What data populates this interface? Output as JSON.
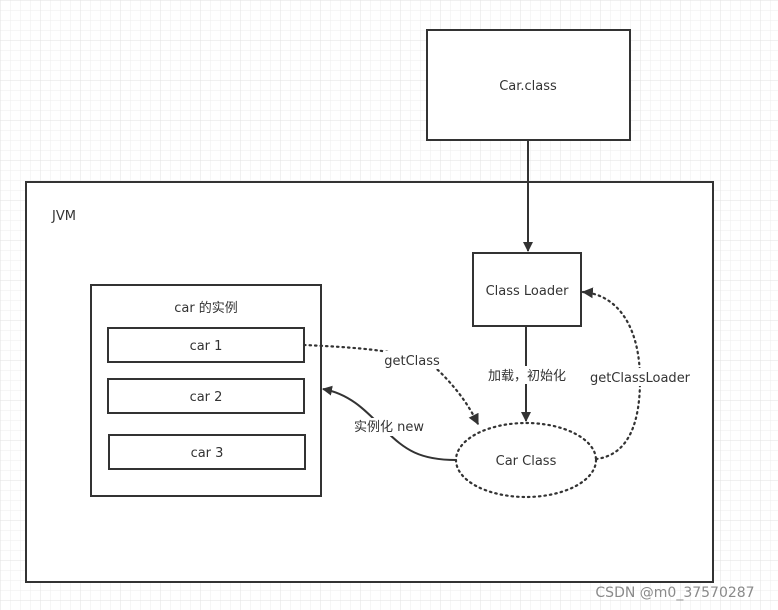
{
  "nodes": {
    "car_class_file": "Car.class",
    "jvm": "JVM",
    "class_loader": "Class Loader",
    "instances_title": "car 的实例",
    "instances": [
      "car 1",
      "car 2",
      "car 3"
    ],
    "car_class_object": "Car Class"
  },
  "edges": {
    "load_init": "加载，初始化",
    "get_class": "getClass",
    "instantiate": "实例化 new",
    "get_class_loader": "getClassLoader"
  },
  "watermark": "CSDN @m0_37570287"
}
